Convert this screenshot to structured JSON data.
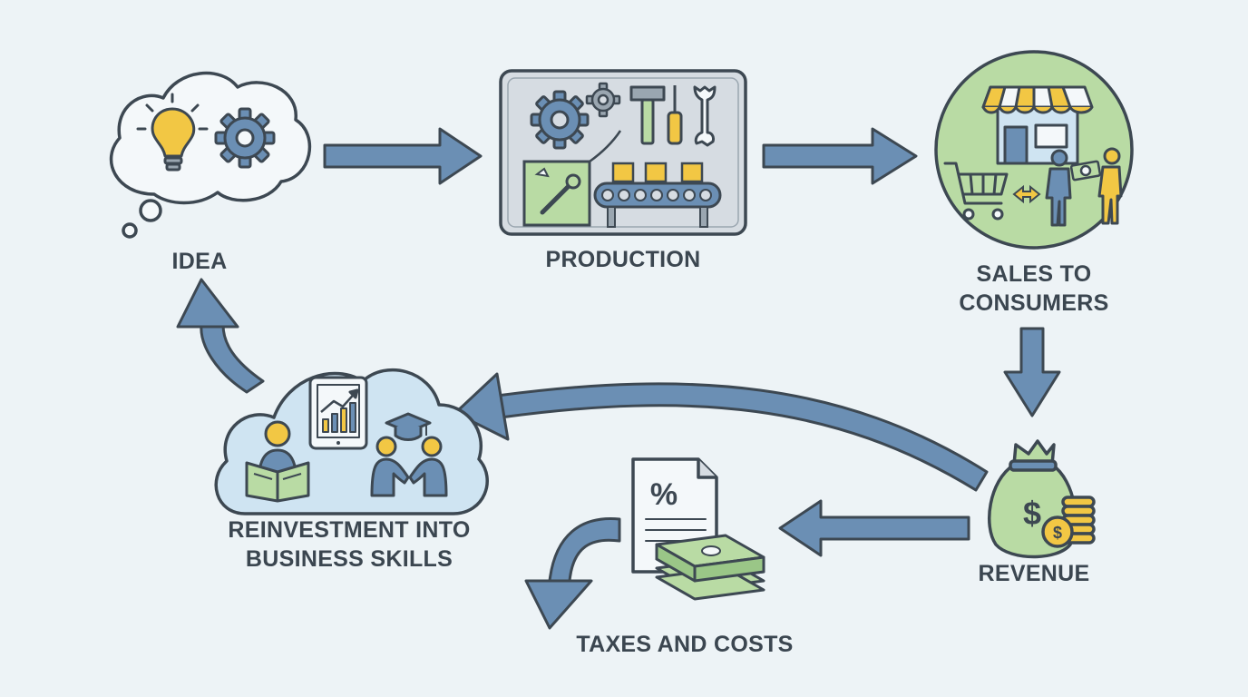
{
  "diagram": {
    "nodes": {
      "idea": {
        "label": "IDEA",
        "icon": "thought-cloud-lightbulb-gear"
      },
      "production": {
        "label": "PRODUCTION",
        "icon": "factory-tools-conveyor"
      },
      "sales": {
        "label_line1": "SALES TO",
        "label_line2": "CONSUMERS",
        "icon": "storefront-shopping-exchange"
      },
      "revenue": {
        "label": "REVENUE",
        "icon": "money-bag-coins"
      },
      "taxes": {
        "label": "TAXES AND COSTS",
        "icon": "tax-document-cash-stack"
      },
      "reinvest": {
        "label_line1": "REINVESTMENT INTO",
        "label_line2": "BUSINESS SKILLS",
        "icon": "cloud-learning-growth"
      }
    },
    "flows": [
      {
        "from": "idea",
        "to": "production"
      },
      {
        "from": "production",
        "to": "sales"
      },
      {
        "from": "sales",
        "to": "revenue"
      },
      {
        "from": "revenue",
        "to": "reinvest"
      },
      {
        "from": "revenue",
        "to": "taxes"
      },
      {
        "from": "reinvest",
        "to": "idea"
      }
    ],
    "colors": {
      "background": "#edf3f6",
      "arrow_fill": "#6b8fb4",
      "outline": "#3d4852",
      "accent_yellow": "#f2c744",
      "accent_green": "#b9dba4",
      "panel_gray": "#d6dce2",
      "cloud_blue": "#cfe4f2",
      "label_text": "#3b4650"
    }
  }
}
